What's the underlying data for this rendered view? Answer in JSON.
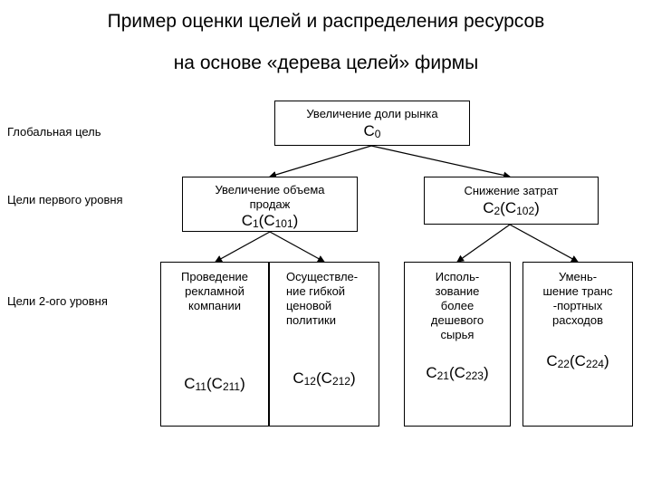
{
  "title_line1": "Пример оценки целей и распределения ресурсов",
  "title_line2": "на основе «дерева целей» фирмы",
  "levels": {
    "global": "Глобальная цель",
    "first": "Цели первого уровня",
    "second": "Цели 2-ого уровня"
  },
  "nodes": {
    "c0": {
      "label": "Увеличение доли рынка",
      "code": "С",
      "sub": "0",
      "paren_code": "",
      "paren_sub": ""
    },
    "c1": {
      "label": "Увеличение объема\nпродаж",
      "code": "С",
      "sub": "1",
      "paren_code": "С",
      "paren_sub": "101"
    },
    "c2": {
      "label": "Снижение затрат",
      "code": "С",
      "sub": "2",
      "paren_code": "С",
      "paren_sub": "102"
    },
    "c11": {
      "label": "Проведение\nрекламной\nкомпании",
      "code": "С",
      "sub": "11",
      "paren_code": "С",
      "paren_sub": "211"
    },
    "c12": {
      "label": "Осуществле-\nние гибкой\nценовой\nполитики",
      "code": "С",
      "sub": "12",
      "paren_code": "С",
      "paren_sub": "212"
    },
    "c21": {
      "label": "Исполь-\nзование\nболее\nдешевого\nсырья",
      "code": "С",
      "sub": "21",
      "paren_code": "С",
      "paren_sub": "223"
    },
    "c22": {
      "label": "Умень-\nшение транс\n-портных\nрасходов",
      "code": "С",
      "sub": "22",
      "paren_code": "С",
      "paren_sub": "224"
    }
  }
}
